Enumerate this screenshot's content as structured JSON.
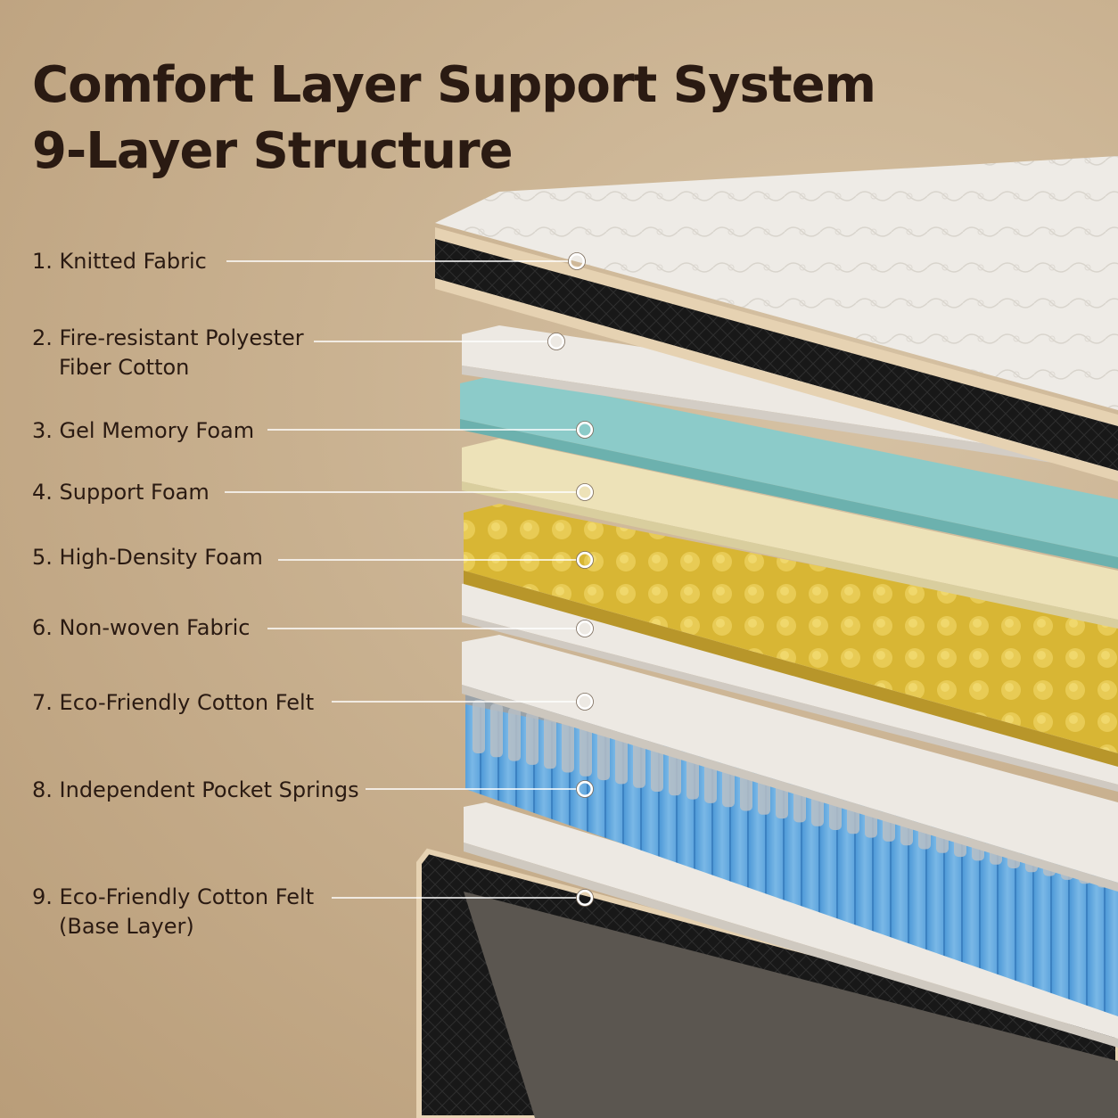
{
  "title": {
    "line1": "Comfort Layer Support System",
    "line2": "9-Layer Structure"
  },
  "layers": [
    {
      "line1": "1. Knitted Fabric",
      "line2": ""
    },
    {
      "line1": "2. Fire-resistant Polyester",
      "line2": "Fiber Cotton"
    },
    {
      "line1": "3. Gel Memory Foam",
      "line2": ""
    },
    {
      "line1": "4. Support Foam",
      "line2": ""
    },
    {
      "line1": "5. High-Density Foam",
      "line2": ""
    },
    {
      "line1": "6. Non-woven Fabric",
      "line2": ""
    },
    {
      "line1": "7. Eco-Friendly Cotton Felt",
      "line2": ""
    },
    {
      "line1": "8. Independent Pocket Springs",
      "line2": ""
    },
    {
      "line1": "9. Eco-Friendly Cotton Felt",
      "line2": "(Base Layer)"
    }
  ],
  "colors": {
    "background": "#c9b190",
    "title_text": "#2a1a12",
    "knitted_fabric": "#eeebe6",
    "border_black": "#1c1c1c",
    "piping": "#e6d2b2",
    "gel_foam": "#8ccbc9",
    "support_foam": "#ede2b8",
    "high_density_foam": "#d8b634",
    "felt_white": "#ede9e3",
    "spring_blue": "#6aaee0",
    "leader_line": "#ffffff"
  }
}
